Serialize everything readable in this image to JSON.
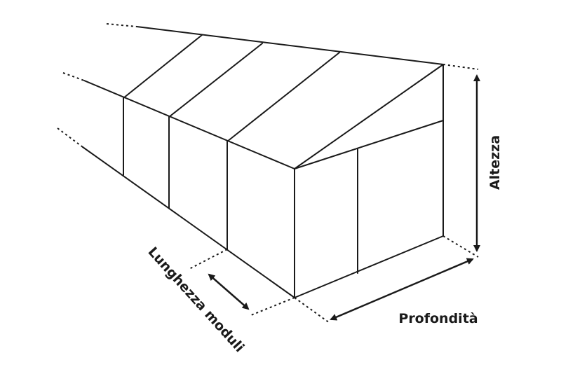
{
  "labels": {
    "height": "Altezza",
    "depth": "Profondità",
    "module_length": "Lunghezza moduli"
  },
  "colors": {
    "stroke": "#1a1a1a",
    "background": "#ffffff"
  }
}
